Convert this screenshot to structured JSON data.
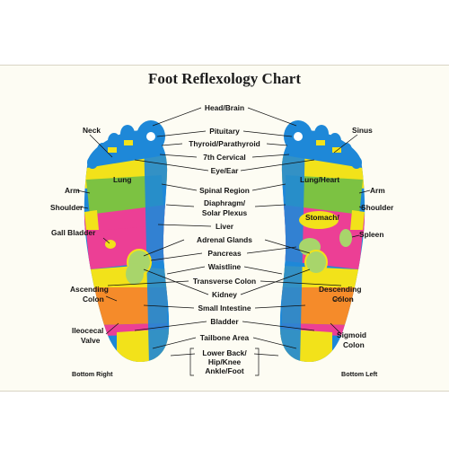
{
  "title": "Foot Reflexology Chart",
  "center_labels": [
    "Head/Brain",
    "Pituitary",
    "Thyroid/Parathyroid",
    "7th Cervical",
    "Eye/Ear",
    "Spinal Region",
    "Diaphragm/",
    "Solar Plexus",
    "Liver",
    "Adrenal Glands",
    "Pancreas",
    "Waistline",
    "Transverse Colon",
    "Kidney",
    "Small Intestine",
    "Bladder",
    "Tailbone Area",
    "Lower Back/",
    "Hip/Knee",
    "Ankle/Foot"
  ],
  "left_foot_labels": {
    "neck": "Neck",
    "arm": "Arm",
    "shoulder": "Shoulder",
    "lung": "Lung",
    "gall_bladder": "Gall Bladder",
    "ascending_colon_1": "Ascending",
    "ascending_colon_2": "Colon",
    "ileocecal_1": "Ileocecal",
    "ileocecal_2": "Valve",
    "caption": "Bottom Right"
  },
  "right_foot_labels": {
    "sinus": "Sinus",
    "lung_heart": "Lung/Heart",
    "arm": "Arm",
    "shoulder": "Shoulder",
    "stomach": "Stomach/",
    "spleen": "Spleen",
    "descending_colon_1": "Descending",
    "descending_colon_2": "Colon",
    "sigmoid_colon_1": "Sigmoid",
    "sigmoid_colon_2": "Colon",
    "caption": "Bottom Left"
  },
  "colors": {
    "blue": "#1e88d8",
    "yellow": "#f2e21a",
    "green": "#7cc242",
    "pink": "#ec3f95",
    "orange": "#f58b2a",
    "light_green": "#a8d56b",
    "lime": "#b5d334",
    "frame": "#fdfcf3"
  }
}
